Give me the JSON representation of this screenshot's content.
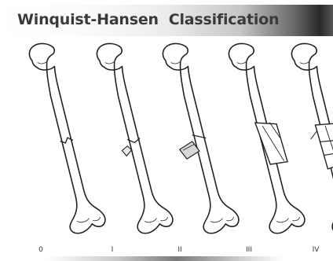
{
  "title": "Winquist-Hansen  Classification",
  "grades": [
    {
      "label": "0"
    },
    {
      "label": "I"
    },
    {
      "label": "II"
    },
    {
      "label": "III"
    },
    {
      "label": "IV"
    }
  ],
  "colors": {
    "bone_outline": "#222222",
    "title_text": "#3a3a3a"
  }
}
